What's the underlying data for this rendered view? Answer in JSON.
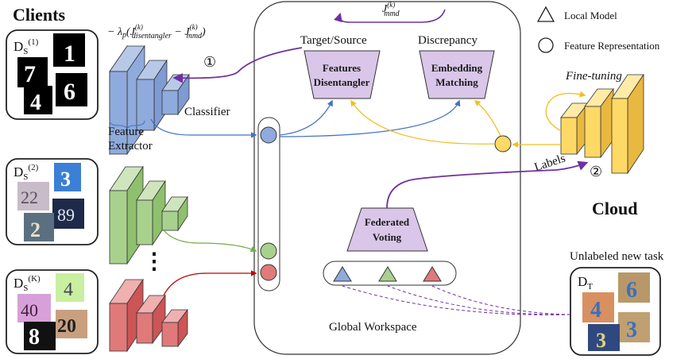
{
  "header": {
    "clients_title": "Clients",
    "cloud_title": "Cloud"
  },
  "legend": {
    "local_model": "Local Model",
    "feature_representation": "Feature Representation"
  },
  "loss": {
    "formula": "− λp(J(k)disentangler − J(k)mmd)",
    "lambda": "λ",
    "lambda_sub": "p",
    "j": "J",
    "k_sup": "(k)",
    "disentangler_sub": "disentangler",
    "mmd_sub": "mmd",
    "jmmd_top": "J(k)mmd"
  },
  "labels": {
    "classifier": "Classifier",
    "feature": "Feature",
    "extractor": "Extractor",
    "target_source": "Target/Source",
    "discrepancy": "Discrepancy",
    "fine_tuning": "Fine-tuning",
    "labels": "Labels",
    "global_workspace": "Global Workspace",
    "unlabeled_new_task": "Unlabeled new task",
    "ellipsis": "⋮"
  },
  "modules": {
    "features_disentangler": [
      "Features",
      "Disentangler"
    ],
    "embedding_matching": [
      "Embedding",
      "Matching"
    ],
    "federated_voting": [
      "Federated",
      "Voting"
    ]
  },
  "steps": {
    "step1": "①",
    "step2": "②"
  },
  "datasets": {
    "client1": {
      "name": "D",
      "sub": "S",
      "sup": "(1)",
      "digits": [
        "1",
        "7",
        "4",
        "6"
      ]
    },
    "client2": {
      "name": "D",
      "sub": "S",
      "sup": "(2)",
      "digits": [
        "3",
        "22",
        "2",
        "89"
      ]
    },
    "clientK": {
      "name": "D",
      "sub": "S",
      "sup": "(K)",
      "digits": [
        "4",
        "40",
        "8",
        "20"
      ]
    },
    "target": {
      "name": "D",
      "sub": "T",
      "digits": [
        "6",
        "4",
        "3",
        "3"
      ]
    }
  },
  "colors": {
    "blue": "#8faadc",
    "green": "#a9d18e",
    "red": "#e07a7a",
    "yellow": "#ffd966",
    "purple_module": "#d9c6e8",
    "arrow_purple": "#7030a0",
    "arrow_blue": "#4472c4",
    "arrow_green": "#70ad47",
    "arrow_red": "#c00000",
    "arrow_yellow": "#f0c020"
  }
}
